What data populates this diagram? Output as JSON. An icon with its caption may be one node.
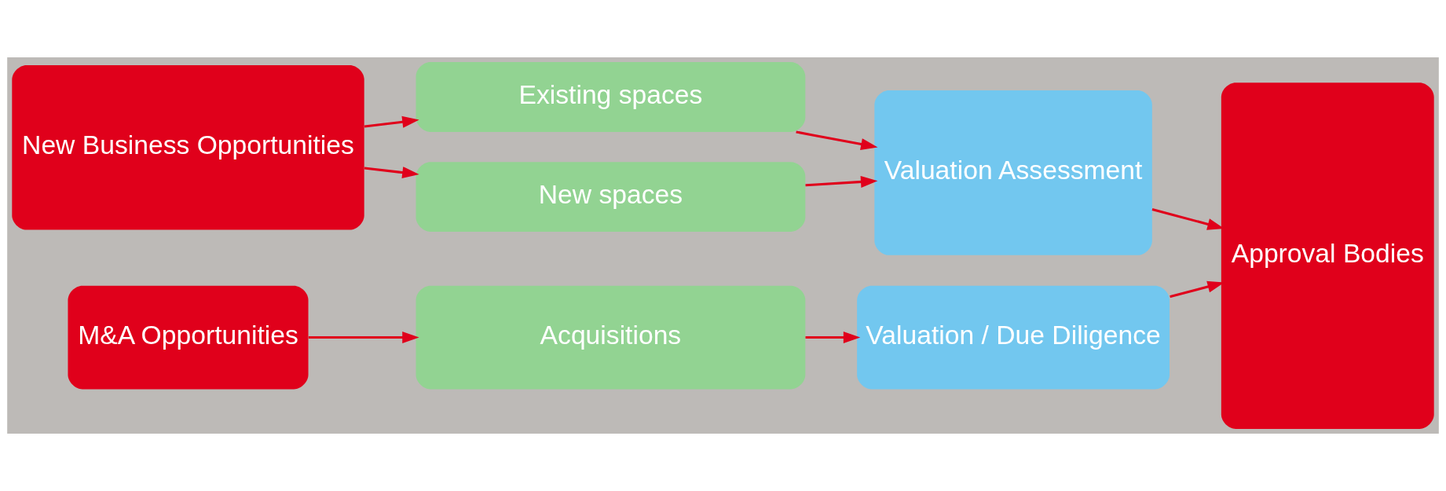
{
  "diagram": {
    "nodes": [
      {
        "text": [
          "New Business Opportunities"
        ]
      },
      {
        "text": [
          "Existing spaces"
        ]
      },
      {
        "text": [
          "New spaces"
        ]
      },
      {
        "text": [
          "Valuation Assessment"
        ]
      },
      {
        "text": [
          "M&A Opportunities"
        ]
      },
      {
        "text": [
          "Acquisitions"
        ]
      },
      {
        "text": [
          "Valuation / Due Diligence"
        ]
      },
      {
        "text": [
          "Approval Bodies"
        ]
      }
    ],
    "edges": [
      {
        "from": 0,
        "to": 1,
        "arrow": "to"
      },
      {
        "from": 0,
        "to": 2,
        "arrow": "to"
      },
      {
        "from": 1,
        "to": 3,
        "arrow": "to"
      },
      {
        "from": 2,
        "to": 3,
        "arrow": "to"
      },
      {
        "from": 3,
        "to": 7,
        "arrow": "to"
      },
      {
        "from": 4,
        "to": 5,
        "arrow": "to"
      },
      {
        "from": 5,
        "to": 6,
        "arrow": "to"
      },
      {
        "from": 6,
        "to": 7,
        "arrow": "to"
      }
    ]
  }
}
